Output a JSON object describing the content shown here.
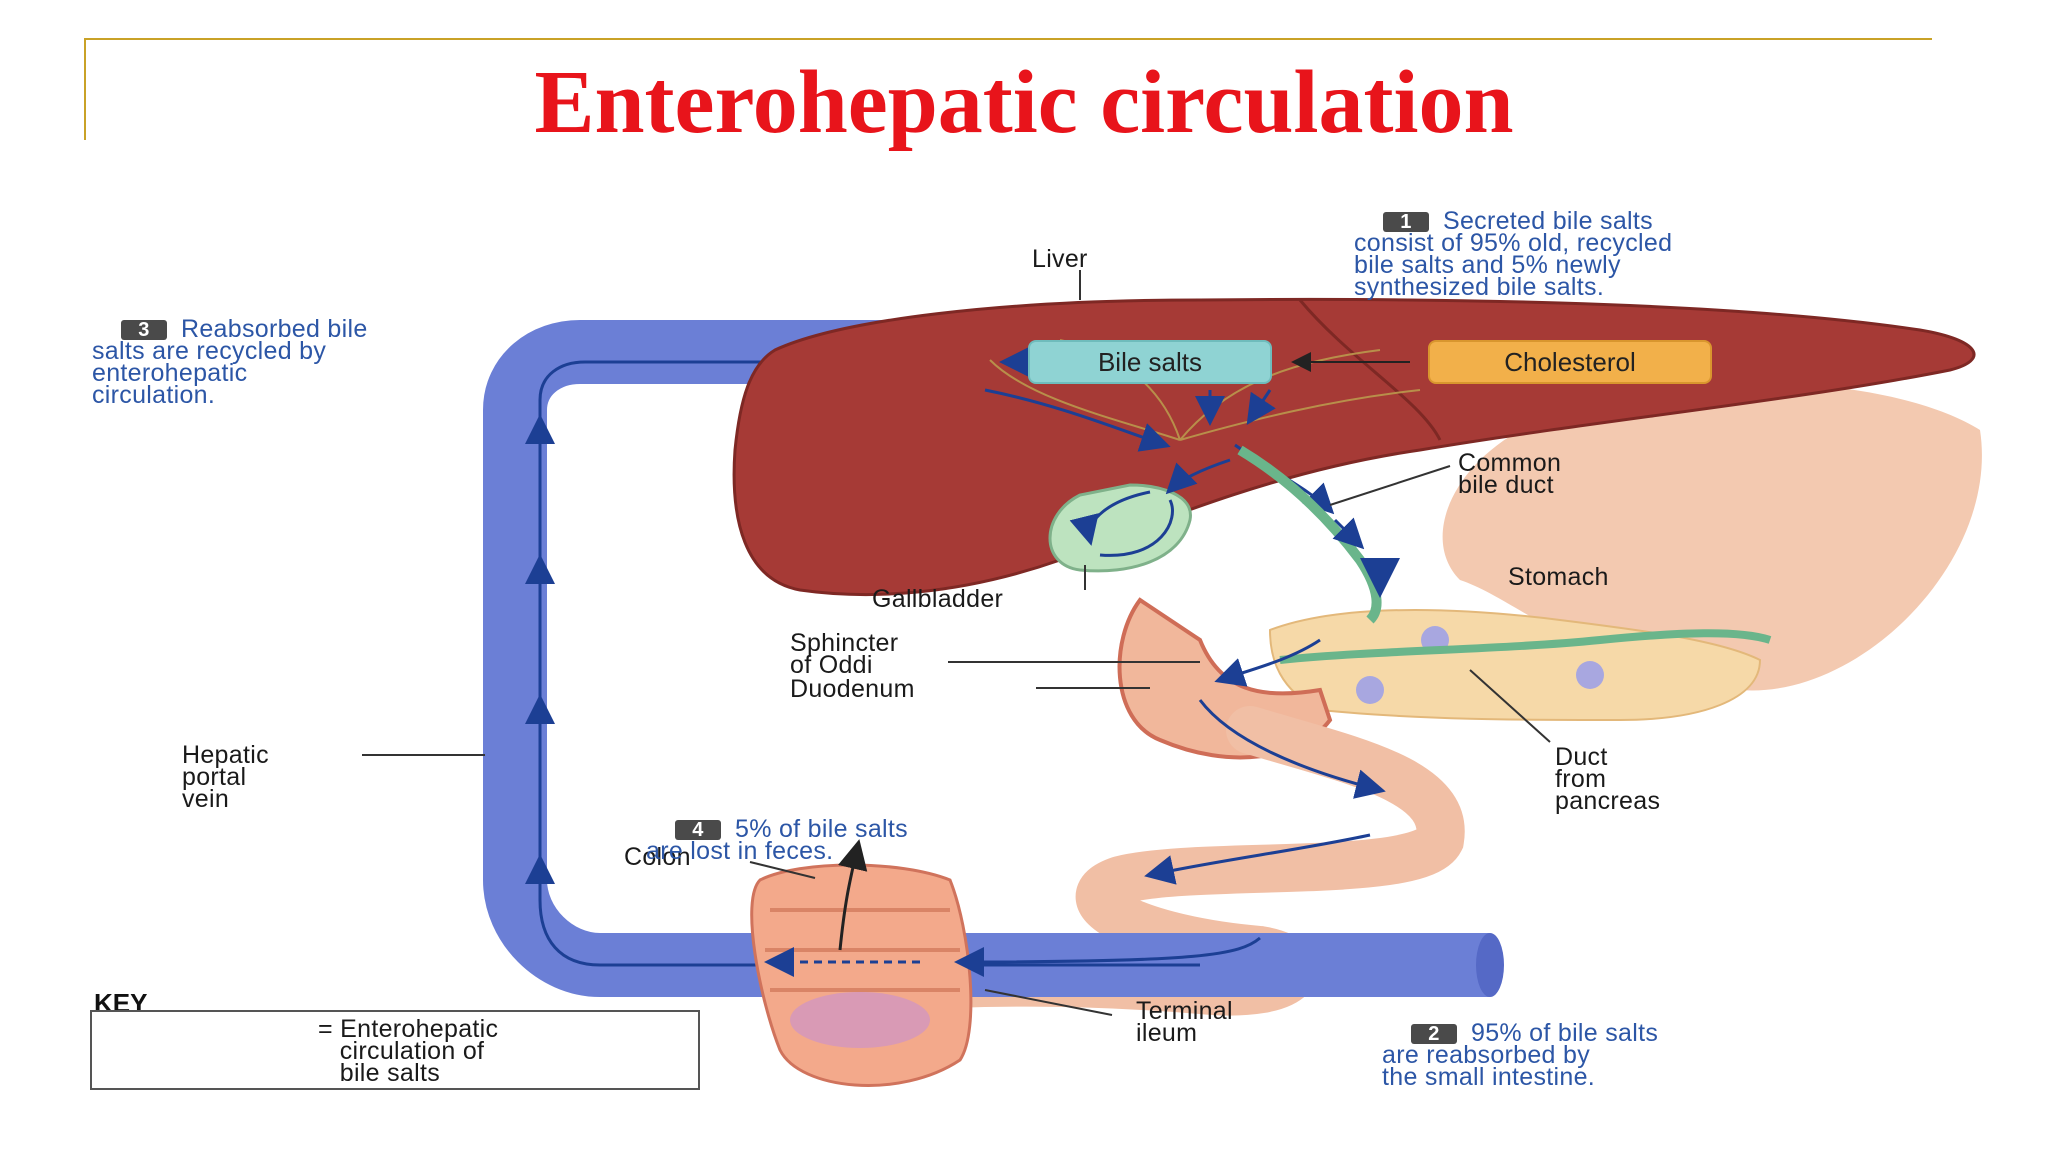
{
  "title": "Enterohepatic circulation",
  "steps": {
    "s1": {
      "num": "1",
      "text": "Secreted bile salts\nconsist of 95% old, recycled\nbile salts and 5% newly\nsynthesized bile salts."
    },
    "s2": {
      "num": "2",
      "text": "95% of bile salts\nare reabsorbed by\nthe small intestine."
    },
    "s3": {
      "num": "3",
      "text": "Reabsorbed bile\nsalts are recycled by\nenterohepatic\ncirculation."
    },
    "s4": {
      "num": "4",
      "text": "5% of bile salts\nare lost in feces."
    }
  },
  "labels": {
    "liver": "Liver",
    "bile_salts": "Bile salts",
    "cholesterol": "Cholesterol",
    "common_bile_duct": "Common\nbile duct",
    "stomach": "Stomach",
    "gallbladder": "Gallbladder",
    "sphincter": "Sphincter\nof Oddi",
    "duodenum": "Duodenum",
    "duct_pancreas": "Duct\nfrom\npancreas",
    "hepatic_portal_vein": "Hepatic\nportal\nvein",
    "colon": "Colon",
    "terminal_ileum": "Terminal\nileum"
  },
  "key": {
    "title": "KEY",
    "text": "= Enterohepatic\n   circulation of\n   bile salts"
  },
  "colors": {
    "title": "#e8141b",
    "liver": "#a63a36",
    "vein": "#6b7fd6",
    "arrow": "#1c3f94",
    "bile_box": "#8fd3d3",
    "cholesterol_box": "#f2b04a",
    "step_text": "#2c56a6"
  }
}
